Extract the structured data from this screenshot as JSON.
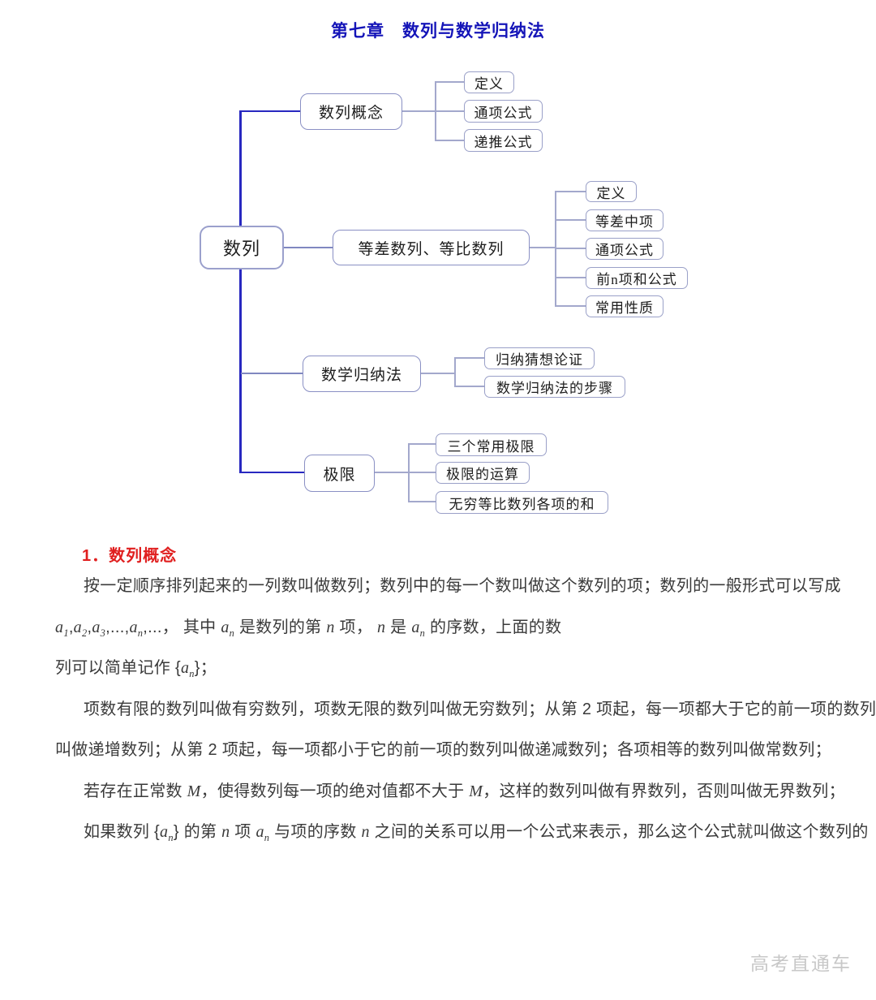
{
  "page": {
    "title": "第七章　数列与数学归纳法",
    "watermark": "高考直通车"
  },
  "colors": {
    "title_blue": "#1414b8",
    "heading_red": "#e01f1f",
    "trunk_blue": "#2828c0",
    "branch_connector": "#8087c0",
    "leaf_connector": "#a3a8cc",
    "node_border": "#8a90c4",
    "body_text": "#3a3a3a",
    "watermark_gray": "#c8c8c8"
  },
  "diagram": {
    "root": "数列",
    "branches": [
      {
        "label": "数列概念",
        "children": [
          "定义",
          "通项公式",
          "递推公式"
        ]
      },
      {
        "label": "等差数列、等比数列",
        "children": [
          "定义",
          "等差中项",
          "通项公式",
          "前n项和公式",
          "常用性质"
        ]
      },
      {
        "label": "数学归纳法",
        "children": [
          "归纳猜想论证",
          "数学归纳法的步骤"
        ]
      },
      {
        "label": "极限",
        "children": [
          "三个常用极限",
          "极限的运算",
          "无穷等比数列各项的和"
        ]
      }
    ]
  },
  "section": {
    "heading": "1．数列概念",
    "lines": [
      {
        "indent": true,
        "segs": [
          {
            "t": "按一定顺序排列起来的一列数叫做数列；数列中的每一个数叫做这个数列的项；数列的一般形式可以写成"
          }
        ]
      },
      {
        "indent": false,
        "segs": [
          {
            "v": "a",
            "s": "1"
          },
          {
            "t": ","
          },
          {
            "v": "a",
            "s": "2"
          },
          {
            "t": ","
          },
          {
            "v": "a",
            "s": "3"
          },
          {
            "t": ",...,"
          },
          {
            "v": "a",
            "s": "n"
          },
          {
            "t": ",...， 其中 "
          },
          {
            "v": "a",
            "s": "n"
          },
          {
            "t": " 是数列的第 "
          },
          {
            "v": "n"
          },
          {
            "t": " 项， "
          },
          {
            "v": "n"
          },
          {
            "t": " 是 "
          },
          {
            "v": "a",
            "s": "n"
          },
          {
            "t": " 的序数，上面的数"
          }
        ]
      },
      {
        "indent": false,
        "segs": [
          {
            "t": "列可以简单记作 {"
          },
          {
            "v": "a",
            "s": "n"
          },
          {
            "t": "}；"
          }
        ]
      },
      {
        "indent": true,
        "segs": [
          {
            "t": "项数有限的数列叫做有穷数列，项数无限的数列叫做无穷数列；从第 2 项起，每一项都大于它的前一项的数列"
          }
        ]
      },
      {
        "indent": false,
        "segs": [
          {
            "t": "叫做递增数列；从第 2 项起，每一项都小于它的前一项的数列叫做递减数列；各项相等的数列叫做常数列；"
          }
        ]
      },
      {
        "indent": true,
        "segs": [
          {
            "t": "若存在正常数 "
          },
          {
            "v": "M"
          },
          {
            "t": "，使得数列每一项的绝对值都不大于 "
          },
          {
            "v": "M"
          },
          {
            "t": "，这样的数列叫做有界数列，否则叫做无界数列；"
          }
        ]
      },
      {
        "indent": true,
        "segs": [
          {
            "t": "如果数列 {"
          },
          {
            "v": "a",
            "s": "n"
          },
          {
            "t": "} 的第 "
          },
          {
            "v": "n"
          },
          {
            "t": " 项 "
          },
          {
            "v": "a",
            "s": "n"
          },
          {
            "t": " 与项的序数 "
          },
          {
            "v": "n"
          },
          {
            "t": " 之间的关系可以用一个公式来表示，那么这个公式就叫做这个数列的"
          }
        ]
      }
    ]
  }
}
